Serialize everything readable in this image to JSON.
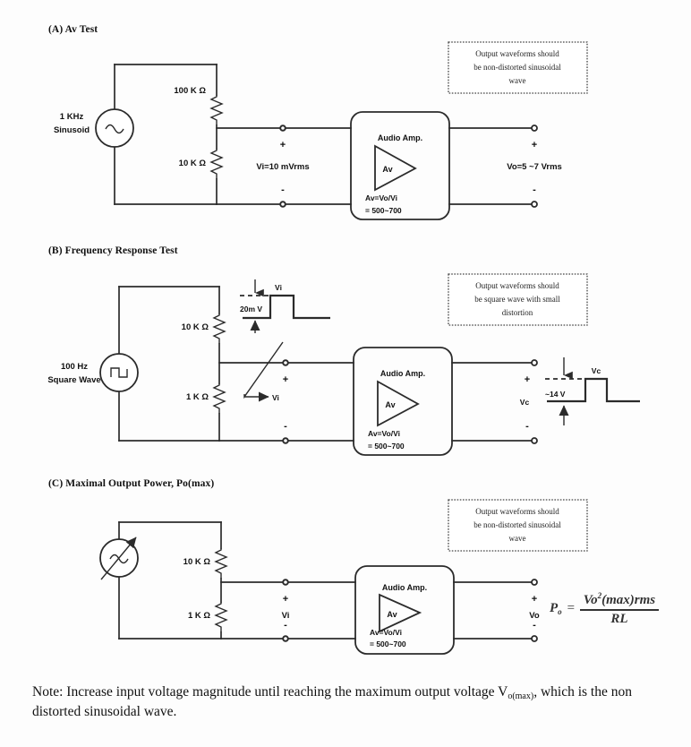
{
  "document": {
    "type": "audio-amplifier-test-setup-diagram",
    "bottom_note": {
      "lead": "Note: Increase input voltage magnitude until reaching the maximum output voltage V",
      "sub": "o(max)",
      "tail": ", which is the non distorted sinusoidal wave."
    }
  },
  "sections": [
    {
      "id": "A",
      "title": "(A) Av Test",
      "source": {
        "label_line1": "1 KHz",
        "label_line2": "Sinusoid",
        "symbol": "sine-source-icon"
      },
      "resistors": [
        {
          "name": "r-top",
          "value": "100 K Ω"
        },
        {
          "name": "r-bottom",
          "value": "10 K Ω"
        }
      ],
      "input": {
        "plus": "+",
        "minus": "-",
        "label": "Vi=10 mVrms"
      },
      "amp": {
        "title": "Audio Amp.",
        "triangle_label": "Av",
        "gain_line1": "Av=Vo/Vi",
        "gain_line2": "= 500~700"
      },
      "output": {
        "plus": "+",
        "minus": "-",
        "label": "Vo=5 ~7 Vrms"
      },
      "note": {
        "line1": "Output waveforms should",
        "line2": "be non-distorted sinusoidal",
        "line3": "wave"
      }
    },
    {
      "id": "B",
      "title": "(B) Frequency Response Test",
      "source": {
        "label_line1": "100 Hz",
        "label_line2": "Square Wave",
        "symbol": "square-wave-source-icon"
      },
      "resistors": [
        {
          "name": "r-top",
          "value": "10 K Ω"
        },
        {
          "name": "r-bottom",
          "value": "1 K Ω"
        }
      ],
      "input_waveform": {
        "name": "Vi",
        "amplitude": "20m V",
        "pointer_label": "Vi"
      },
      "input": {
        "plus": "+",
        "minus": "-"
      },
      "amp": {
        "title": "Audio Amp.",
        "triangle_label": "Av",
        "gain_line1": "Av=Vo/Vi",
        "gain_line2": "= 500~700"
      },
      "output": {
        "plus": "+",
        "minus": "-",
        "label": "Vc"
      },
      "output_waveform": {
        "name": "Vc",
        "amplitude": "~14 V"
      },
      "note": {
        "line1": "Output waveforms should",
        "line2": "be square wave with small",
        "line3": "distortion"
      }
    },
    {
      "id": "C",
      "title": "(C) Maximal Output Power, Po(max)",
      "source": {
        "label_line1": "",
        "label_line2": "",
        "symbol": "variable-sine-source-icon"
      },
      "resistors": [
        {
          "name": "r-top",
          "value": "10 K Ω"
        },
        {
          "name": "r-bottom",
          "value": "1 K Ω"
        }
      ],
      "input": {
        "plus": "+",
        "minus": "-",
        "label": "Vi"
      },
      "amp": {
        "title": "Audio Amp.",
        "triangle_label": "Av",
        "gain_line1": "Av=Vo/Vi",
        "gain_line2": "= 500~700"
      },
      "output": {
        "plus": "+",
        "minus": "-",
        "label": "Vo"
      },
      "formula": {
        "lhs": "P",
        "lhs_sub": "o",
        "equals": "=",
        "numerator": "Vo",
        "numerator_sup": "2",
        "numerator_tail": "(max)rms",
        "denominator": "RL"
      },
      "note": {
        "line1": "Output waveforms should",
        "line2": "be non-distorted sinusoidal",
        "line3": "wave"
      }
    }
  ]
}
